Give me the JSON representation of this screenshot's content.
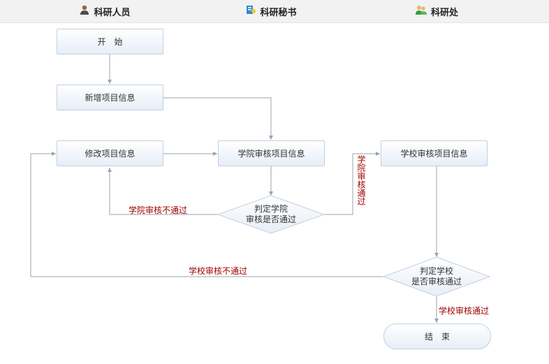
{
  "lanes": [
    {
      "title": "科研人员",
      "icon": "researcher-person-icon"
    },
    {
      "title": "科研秘书",
      "icon": "secretary-notebook-icon"
    },
    {
      "title": "科研处",
      "icon": "research-office-people-icon"
    }
  ],
  "nodes": {
    "start": "开　始",
    "add_info": "新增项目信息",
    "edit_info": "修改项目信息",
    "college_review": "学院审核项目信息",
    "school_review": "学校审核项目信息",
    "end": "结　束"
  },
  "decisions": {
    "college_decision": "判定学院\n审核是否通过",
    "school_decision": "判定学校\n是否审核通过"
  },
  "edge_labels": {
    "college_fail": "学院审核不通过",
    "college_pass": "学院审核通过",
    "school_fail": "学校审核不通过",
    "school_pass": "学校审核通过"
  }
}
